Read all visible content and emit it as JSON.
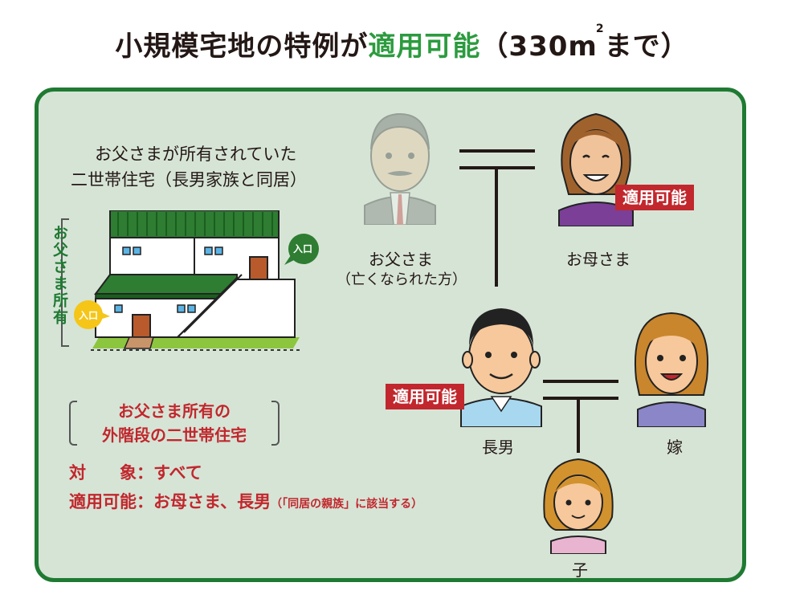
{
  "title": {
    "main": "小規模宅地の特例が",
    "highlight": "適用可能",
    "suffix": "（330",
    "unit_sup": "m",
    "unit_tail": "まで）",
    "note": "2"
  },
  "house": {
    "caption_line1": "お父さまが所有されていた",
    "caption_line2": "二世帯住宅（長男家族と同居）",
    "owner_label": "お父さま所有",
    "entrance_1": "入口",
    "entrance_2": "入口"
  },
  "section": {
    "title_line1": "お父さま所有の",
    "title_line2": "外階段の二世帯住宅"
  },
  "summary": {
    "target_label": "対　　象：",
    "target_value": "すべて",
    "applicable_label": "適用可能：",
    "applicable_value": "お母さま、長男",
    "applicable_note": "（「同居の親族」に該当する）"
  },
  "family": {
    "father_label": "お父さま",
    "father_note": "（亡くなられた方）",
    "mother_label": "お母さま",
    "son_label": "長男",
    "wife_label": "嫁",
    "child_label": "子",
    "badge_text": "適用可能"
  },
  "colors": {
    "green": "#1f7a32",
    "title_green": "#2c9b3f",
    "panel_bg": "#d6e4d6",
    "red": "#c1272d"
  }
}
